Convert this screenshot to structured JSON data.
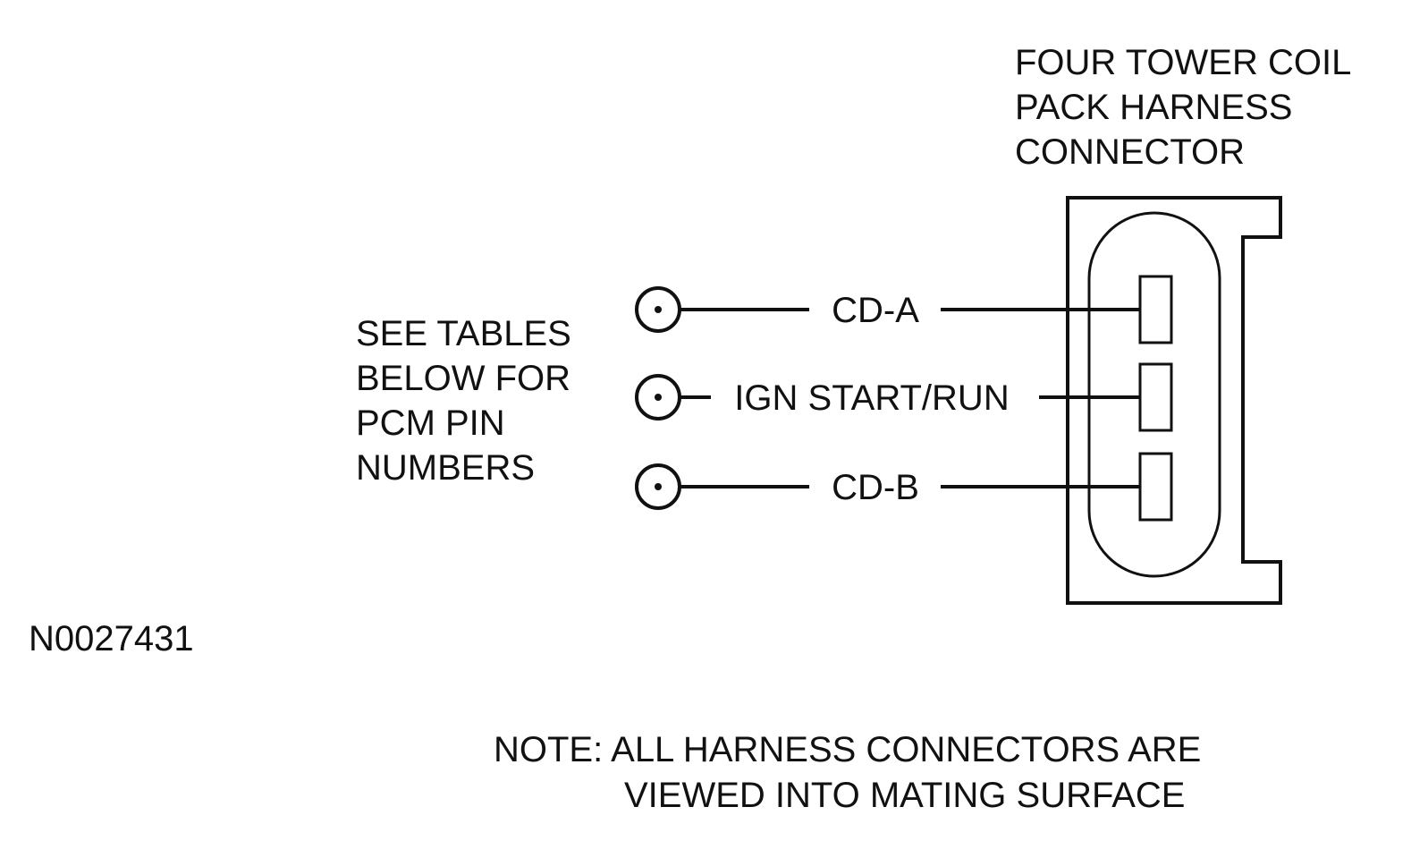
{
  "connector": {
    "title_lines": [
      "FOUR TOWER COIL",
      "PACK HARNESS",
      "CONNECTOR"
    ]
  },
  "side_note": {
    "lines": [
      "SEE TABLES",
      "BELOW FOR",
      "PCM PIN",
      "NUMBERS"
    ]
  },
  "circuits": [
    {
      "label": "CD-A"
    },
    {
      "label": "IGN START/RUN"
    },
    {
      "label": "CD-B"
    }
  ],
  "figure_id": "N0027431",
  "footer_note": {
    "lines": [
      "NOTE: ALL HARNESS CONNECTORS ARE",
      "VIEWED INTO MATING SURFACE"
    ]
  }
}
